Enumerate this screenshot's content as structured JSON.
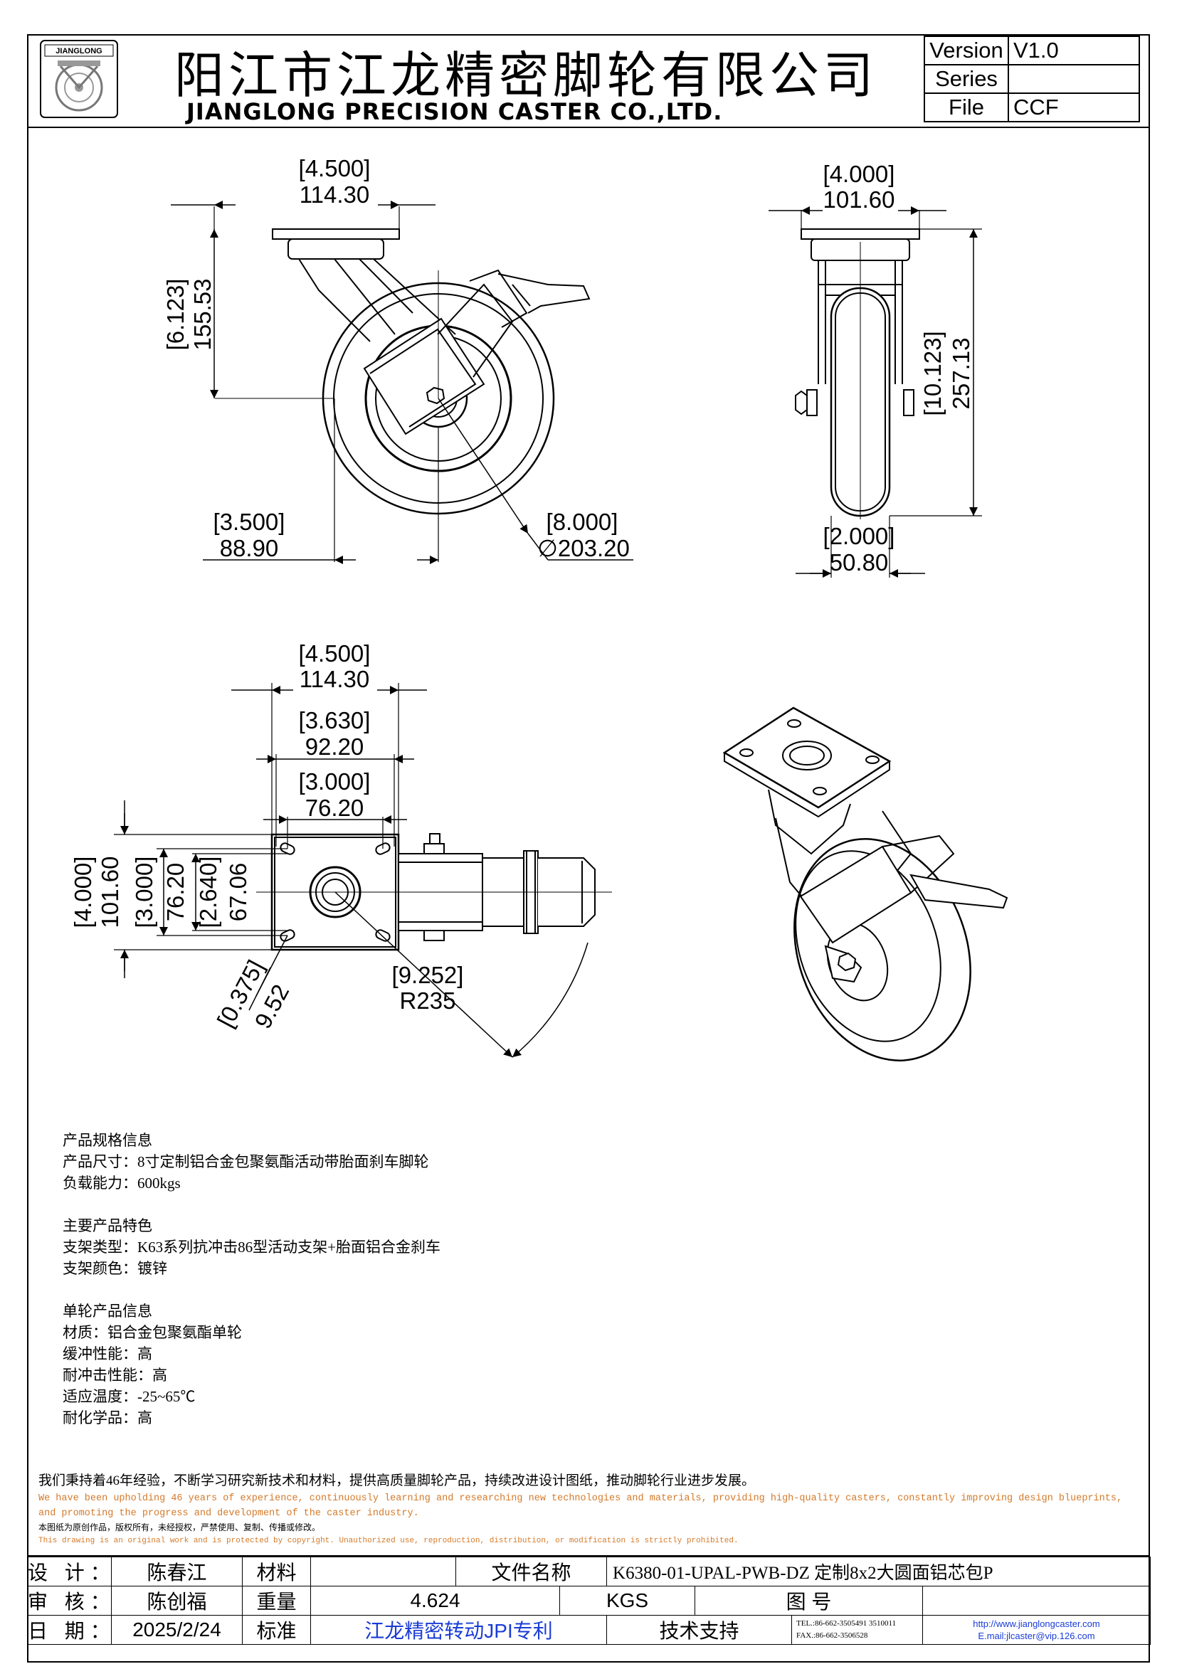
{
  "header": {
    "logo_text": "JIANGLONG",
    "company_cn": "阳江市江龙精密脚轮有限公司",
    "company_en": "JIANGLONG PRECISION CASTER CO.,LTD.",
    "version_label": "Version",
    "version_value": "V1.0",
    "series_label": "Series",
    "series_value": "",
    "file_label": "File",
    "file_value": "CCF"
  },
  "dimensions": {
    "side_width_in": "[4.500]",
    "side_width_mm": "114.30",
    "side_height_in": "[6.123]",
    "side_height_mm": "155.53",
    "offset_in": "[3.500]",
    "offset_mm": "88.90",
    "dia_in": "[8.000]",
    "dia_mm": "∅203.20",
    "front_width_in": "[4.000]",
    "front_width_mm": "101.60",
    "front_height_in": "[10.123]",
    "front_height_mm": "257.13",
    "wheel_width_in": "[2.000]",
    "wheel_width_mm": "50.80",
    "top_width_in": "[4.500]",
    "top_width_mm": "114.30",
    "top_hole1_in": "[3.630]",
    "top_hole1_mm": "92.20",
    "top_hole2_in": "[3.000]",
    "top_hole2_mm": "76.20",
    "top_h1_in": "[4.000]",
    "top_h1_mm": "101.60",
    "top_h2_in": "[3.000]",
    "top_h2_mm": "76.20",
    "top_h3_in": "[2.640]",
    "top_h3_mm": "67.06",
    "bolt_in": "[0.375]",
    "bolt_mm": "9.52",
    "swivel_in": "[9.252]",
    "swivel_mm": "R235"
  },
  "specs": {
    "h1": "产品规格信息",
    "size": "产品尺寸：8寸定制铝合金包聚氨酯活动带胎面刹车脚轮",
    "load": "负载能力：600kgs",
    "h2": "主要产品特色",
    "bracket_type": "支架类型：K63系列抗冲击86型活动支架+胎面铝合金刹车",
    "bracket_color": "支架颜色：镀锌",
    "h3": "单轮产品信息",
    "material": "材质：铝合金包聚氨酯单轮",
    "cushion": "缓冲性能：高",
    "impact": "耐冲击性能：高",
    "temp": "适应温度：-25~65℃",
    "chem": "耐化学品：高"
  },
  "notes": {
    "cn": "我们秉持着46年经验，不断学习研究新技术和材料，提供高质量脚轮产品，持续改进设计图纸，推动脚轮行业进步发展。",
    "en1": "We have been upholding 46 years of experience, continuously learning and researching new technologies and materials, providing high-quality casters, constantly improving design blueprints,",
    "en2": "and promoting the progress and development of the caster industry.",
    "cn2": "本图纸为原创作品，版权所有，未经授权，严禁使用、复制、传播或修改。",
    "en3": "This drawing is an original work and is protected by copyright. Unauthorized use, reproduction, distribution, or modification is strictly prohibited."
  },
  "footer": {
    "design_label": "设 计：",
    "design_value": "陈春江",
    "material_label": "材料",
    "material_value": "",
    "filename_label": "文件名称",
    "filename_value": "K6380-01-UPAL-PWB-DZ 定制8x2大圆面铝芯包P",
    "review_label": "审 核：",
    "review_value": "陈创福",
    "weight_label": "重量",
    "weight_value": "4.624",
    "weight_unit": "KGS",
    "drawing_label": "图   号",
    "drawing_value": "",
    "date_label": "日 期：",
    "date_value": "2025/2/24",
    "standard_label": "标准",
    "standard_value": "江龙精密转动JPI专利",
    "tech_label": "技术支持",
    "tel": "TEL.:86-662-3505491 3510011",
    "fax": "FAX.:86-662-3506528",
    "web": "http://www.jianglongcaster.com",
    "email": "E.mail:jlcaster@vip.126.com"
  }
}
